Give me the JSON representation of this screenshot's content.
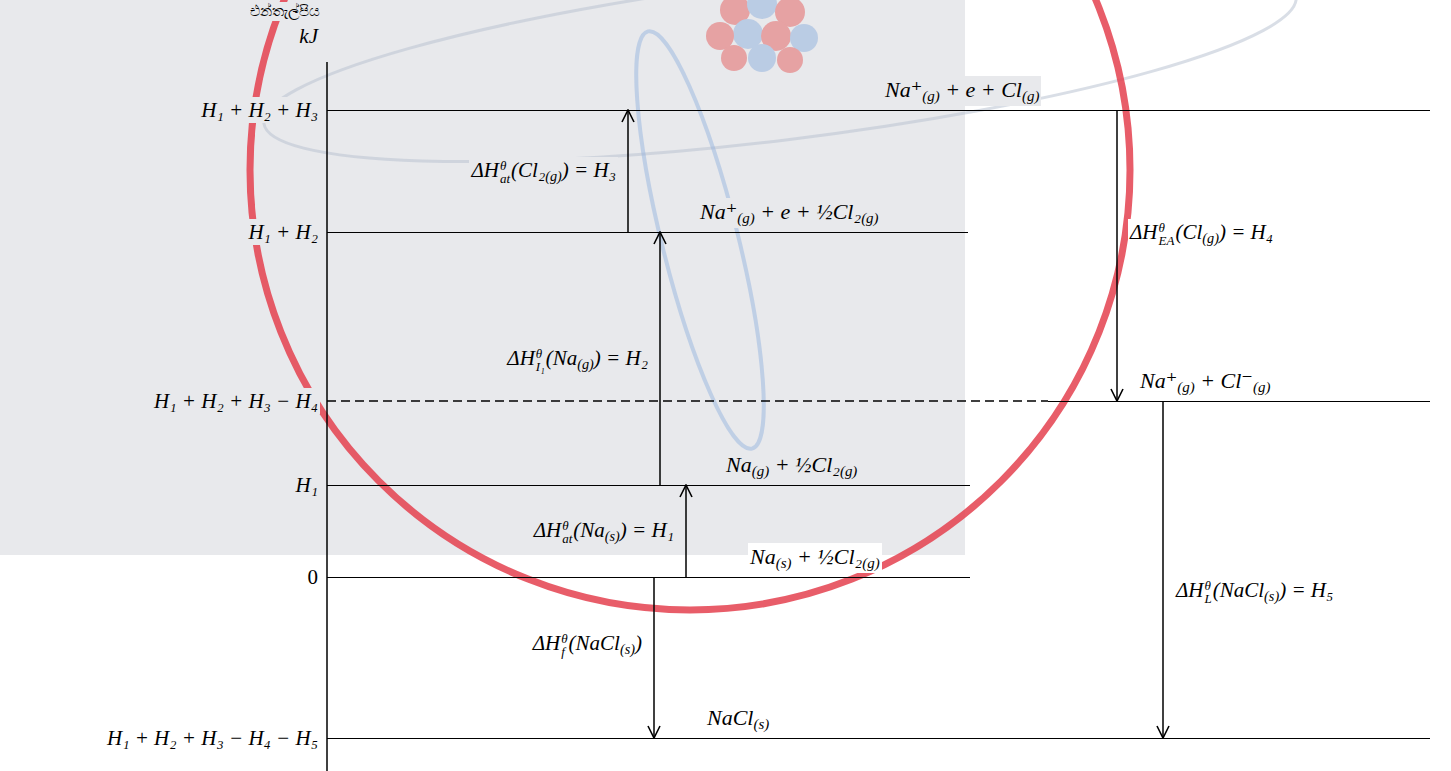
{
  "diagram": {
    "nodes": [
      {
        "text": [
          "Na⁺(g) + e + Cl(g)"
        ]
      },
      {
        "text": [
          "Na⁺(g) + e + ½Cl₂(g)"
        ]
      },
      {
        "text": [
          "Na⁺(g) + Cl⁻(g)"
        ]
      },
      {
        "text": [
          "Na(g) + ½Cl₂(g)"
        ]
      },
      {
        "text": [
          "Na(s) + ½Cl₂(g)"
        ]
      },
      {
        "text": [
          "NaCl(s)"
        ]
      }
    ],
    "edges": [
      {
        "from": 1,
        "to": 0,
        "arrow": "to",
        "label": "ΔHθat(Cl₂(g)) = H₃"
      },
      {
        "from": 0,
        "to": 2,
        "arrow": "to",
        "label": "ΔHθEA(Cl(g)) = H₄"
      },
      {
        "from": 3,
        "to": 1,
        "arrow": "to",
        "label": "ΔHθI₁(Na(g)) = H₂"
      },
      {
        "from": 4,
        "to": 3,
        "arrow": "to",
        "label": "ΔHθat(Na(s)) = H₁"
      },
      {
        "from": 4,
        "to": 5,
        "arrow": "to",
        "label": "ΔHθf(NaCl(s))"
      },
      {
        "from": 2,
        "to": 5,
        "arrow": "to",
        "label": "ΔHθL(NaCl(s)) = H₅"
      }
    ],
    "labels": [
      "එන්තැල්පිය",
      "kJ",
      "H₁ + H₂ + H₃",
      "H₁ + H₂",
      "H₁ + H₂ + H₃ − H₄",
      "H₁",
      "0",
      "H₁ + H₂ + H₃ − H₄ − H₅"
    ]
  }
}
